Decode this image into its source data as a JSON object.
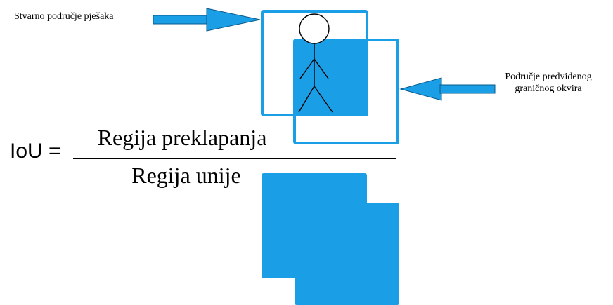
{
  "labels": {
    "ground_truth": "Stvarno područje pješaka",
    "predicted_line1": "Područje predviđenog",
    "predicted_line2": "graničnog okvira"
  },
  "formula": {
    "lhs": "IoU =",
    "numerator": "Regija preklapanja",
    "denominator": "Regija unije"
  },
  "colors": {
    "accent": "#1a9ee6",
    "stroke": "#000000"
  }
}
